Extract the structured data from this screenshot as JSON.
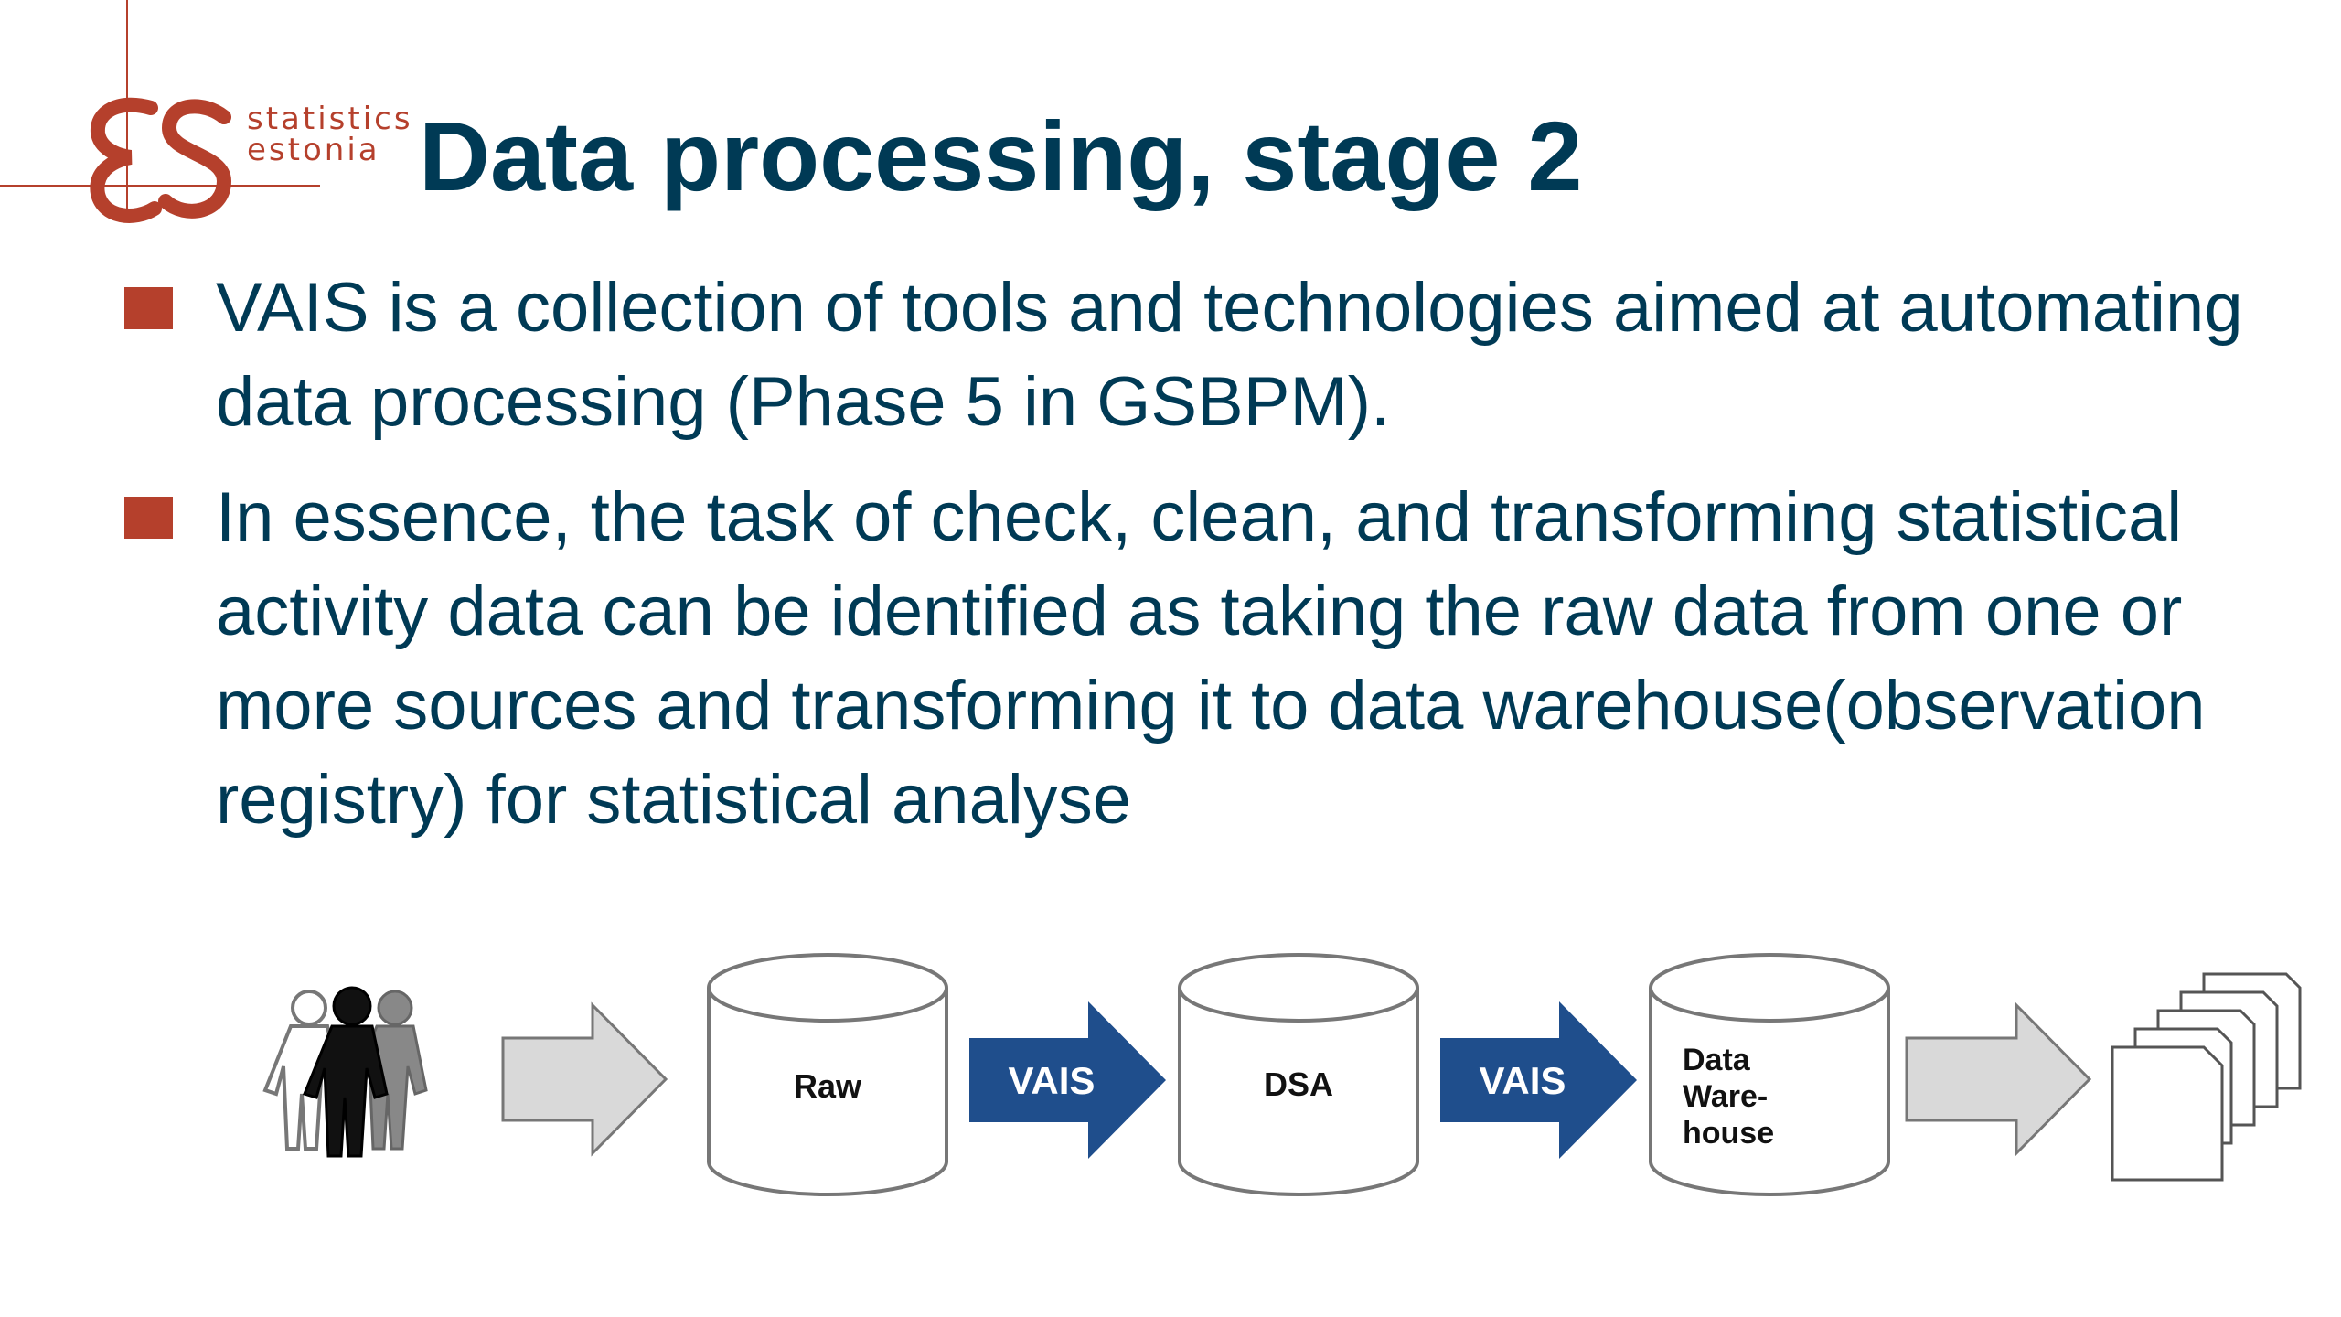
{
  "logo": {
    "line1": "statistics",
    "line2": "estonia",
    "brand_color": "#b5402c"
  },
  "title": "Data processing, stage 2",
  "bullets": [
    {
      "text": "VAIS is a collection of tools and technologies aimed at automating data processing (Phase 5 in GSBPM)."
    },
    {
      "text": "In essence, the task of check, clean, and transforming statistical activity data can be identified as taking the raw data from one or more sources and transforming it to data warehouse(observation registry) for statistical analyse"
    }
  ],
  "diagram": {
    "db_raw": "Raw",
    "db_dsa": "DSA",
    "db_dw_line1": "Data",
    "db_dw_line2": "Ware-",
    "db_dw_line3": "house",
    "vais_1": "VAIS",
    "vais_2": "VAIS",
    "colors": {
      "vais_arrow": "#1f4e8c",
      "grey_arrow": "#d9d9d9",
      "text": "#003a55"
    }
  }
}
